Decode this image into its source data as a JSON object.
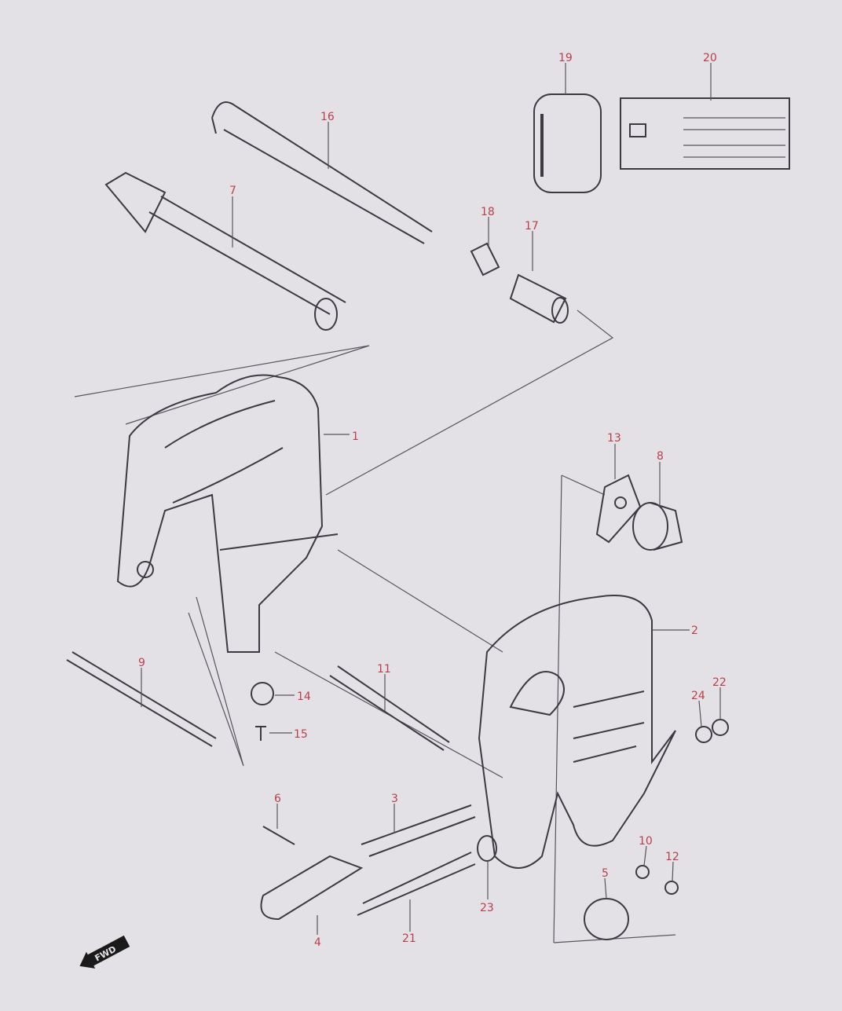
{
  "diagram": {
    "labels": {
      "p1": "1",
      "p2": "2",
      "p3": "3",
      "p4": "4",
      "p5": "5",
      "p6": "6",
      "p7": "7",
      "p8": "8",
      "p9": "9",
      "p10": "10",
      "p11": "11",
      "p12": "12",
      "p13": "13",
      "p14": "14",
      "p15": "15",
      "p16": "16",
      "p17": "17",
      "p18": "18",
      "p19": "19",
      "p20": "20",
      "p21": "21",
      "p22": "22",
      "p23": "23",
      "p24": "24"
    },
    "fwd": "FWD",
    "colors": {
      "label": "#b8404a",
      "line": "#3a3a40",
      "background": "#e4e1e6"
    }
  }
}
